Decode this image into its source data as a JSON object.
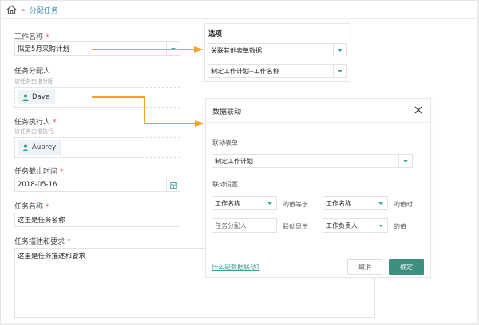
{
  "breadcrumb": {
    "home_icon": "home-icon",
    "separator": ">",
    "current": "分配任务"
  },
  "form": {
    "work_name": {
      "label": "工作名称",
      "required": "*",
      "value": "拟定5月采购计划"
    },
    "assigner": {
      "label": "任务分配人",
      "hint": "该任务由谁分配",
      "user": "Dave"
    },
    "executor": {
      "label": "任务执行人",
      "required": "*",
      "hint": "该任务由谁执行",
      "user": "Aubrey"
    },
    "deadline": {
      "label": "任务截止时间",
      "required": "*",
      "value": "2018-05-16"
    },
    "task_name": {
      "label": "任务名称",
      "required": "*",
      "value": "这里是任务名称"
    },
    "task_desc": {
      "label": "任务描述和要求",
      "required": "*",
      "value": "这里是任务描述和要求"
    }
  },
  "options_panel": {
    "title": "选项",
    "select1": "关联其他表单数据",
    "select2": "制定工作计划--工作名称"
  },
  "linkage_dialog": {
    "title": "数据联动",
    "close_icon": "close-icon",
    "form_label": "联动表单",
    "form_value": "制定工作计划",
    "settings_label": "联动设置",
    "row1": {
      "field_a": "工作名称",
      "text_a": "的值等于",
      "field_b": "工作名称",
      "text_b": "的值时"
    },
    "row2": {
      "field_a": "任务分配人",
      "text_a": "联动显示",
      "field_b": "工作负责人",
      "text_b": "的值"
    },
    "help_link": "什么是数据联动?",
    "cancel_label": "取消",
    "confirm_label": "确定"
  },
  "colors": {
    "accent": "#3d8f80",
    "arrow": "#f2a42a",
    "link": "#3a8cc4",
    "required": "#e05a4f"
  }
}
